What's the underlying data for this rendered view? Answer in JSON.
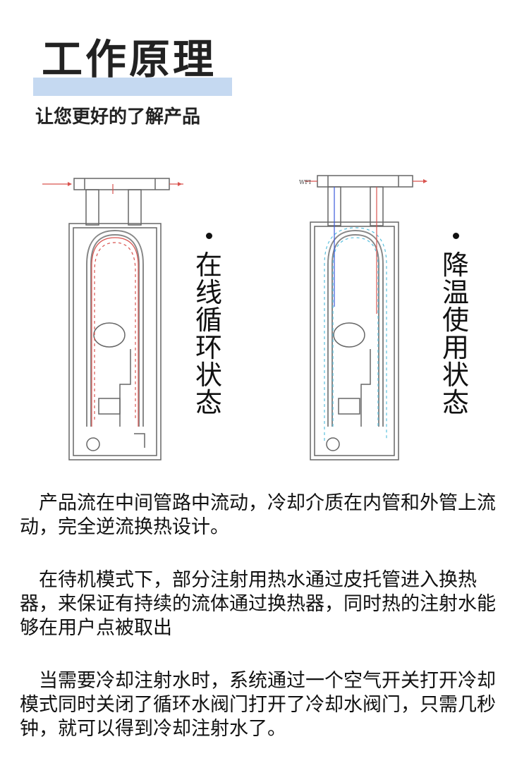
{
  "header": {
    "title": "工作原理",
    "subtitle": "让您更好的了解产品"
  },
  "diagrams": {
    "left_label": "在线循环状态",
    "right_label": "降温使用状态",
    "right_inlet_text": "WFI"
  },
  "paragraphs": [
    "产品流在中间管路中流动，冷却介质在内管和外管上流动，完全逆流换热设计。",
    "在待机模式下，部分注射用热水通过皮托管进入换热器，来保证有持续的流体通过换热器，同时热的注射水能够在用户点被取出",
    "当需要冷却注射水时，系统通过一个空气开关打开冷却模式同时关闭了循环水阀门打开了冷却水阀门，只需几秒钟，就可以得到冷却注射水了。"
  ],
  "colors": {
    "title_bar": "#c5d9f1",
    "flow_red": "#d9534f",
    "flow_cyan": "#5bc0de",
    "flow_blue": "#3b5bdb"
  }
}
